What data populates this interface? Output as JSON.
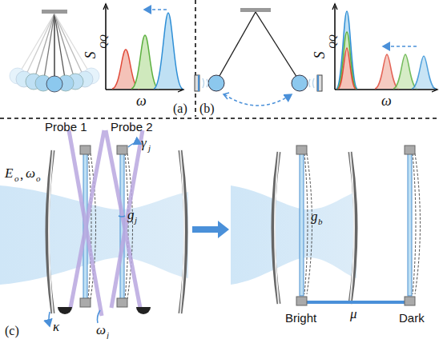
{
  "diagram": {
    "labels": [
      "S",
      "QQ",
      "ω",
      "(a)",
      "(b)",
      "S",
      "QQ",
      "ω",
      "(c)",
      "Probe 1",
      "Probe 2",
      "γ",
      "j",
      "E",
      "o",
      ",",
      "ω",
      "o",
      "κ",
      "ω",
      "j",
      "g",
      "j",
      "g",
      "b",
      "μ",
      "Bright",
      "Dark"
    ]
  }
}
